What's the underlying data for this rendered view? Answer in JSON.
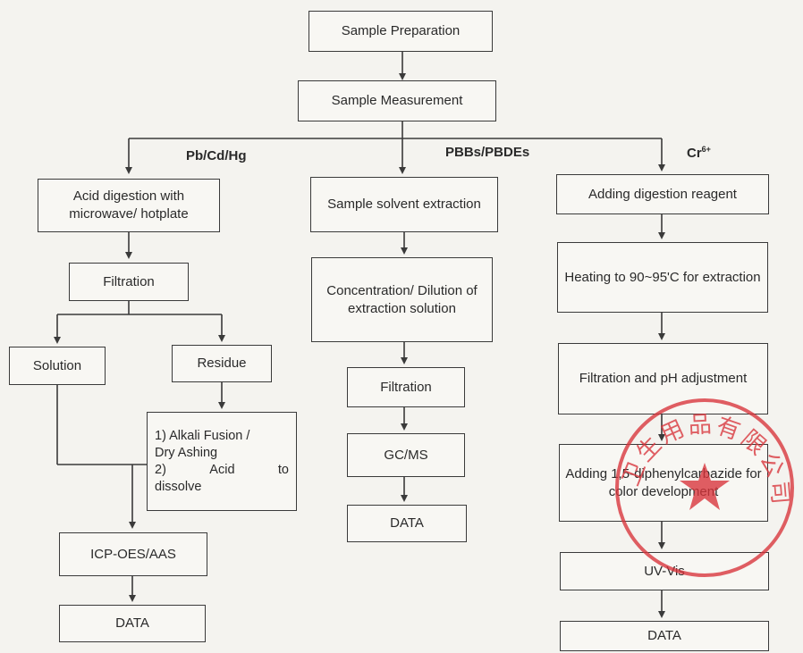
{
  "steps": {
    "sample_preparation": "Sample Preparation",
    "sample_measurement": "Sample Measurement"
  },
  "branches": {
    "metals": {
      "label": "Pb/Cd/Hg",
      "acid_digestion": "Acid digestion with microwave/ hotplate",
      "filtration": "Filtration",
      "solution": "Solution",
      "residue": "Residue",
      "alkali_line1": "1) Alkali Fusion /",
      "alkali_line2": "Dry Ashing",
      "alkali_line3a": "2)",
      "alkali_line3b": "Acid",
      "alkali_line3c": "to",
      "alkali_line4": "dissolve",
      "icp": "ICP-OES/AAS",
      "data": "DATA"
    },
    "pbb": {
      "label": "PBBs/PBDEs",
      "extraction": "Sample solvent extraction",
      "concentration": "Concentration/ Dilution of extraction solution",
      "filtration": "Filtration",
      "gcms": "GC/MS",
      "data": "DATA"
    },
    "cr": {
      "label_base": "Cr",
      "label_sup": "6+",
      "adding_reagent": "Adding digestion reagent",
      "heating": "Heating to 90~95'C  for extraction",
      "filtration_ph": "Filtration and pH adjustment",
      "adding_dpc": "Adding 1,5-diphenylcarbazide for color development",
      "uvvis": "UV-Vis",
      "data": "DATA"
    }
  },
  "stamp": {
    "text": "卫生用品有限公司",
    "color": "#d8333a"
  },
  "colors": {
    "line": "#3a3a3a",
    "background": "#f4f3ef"
  }
}
